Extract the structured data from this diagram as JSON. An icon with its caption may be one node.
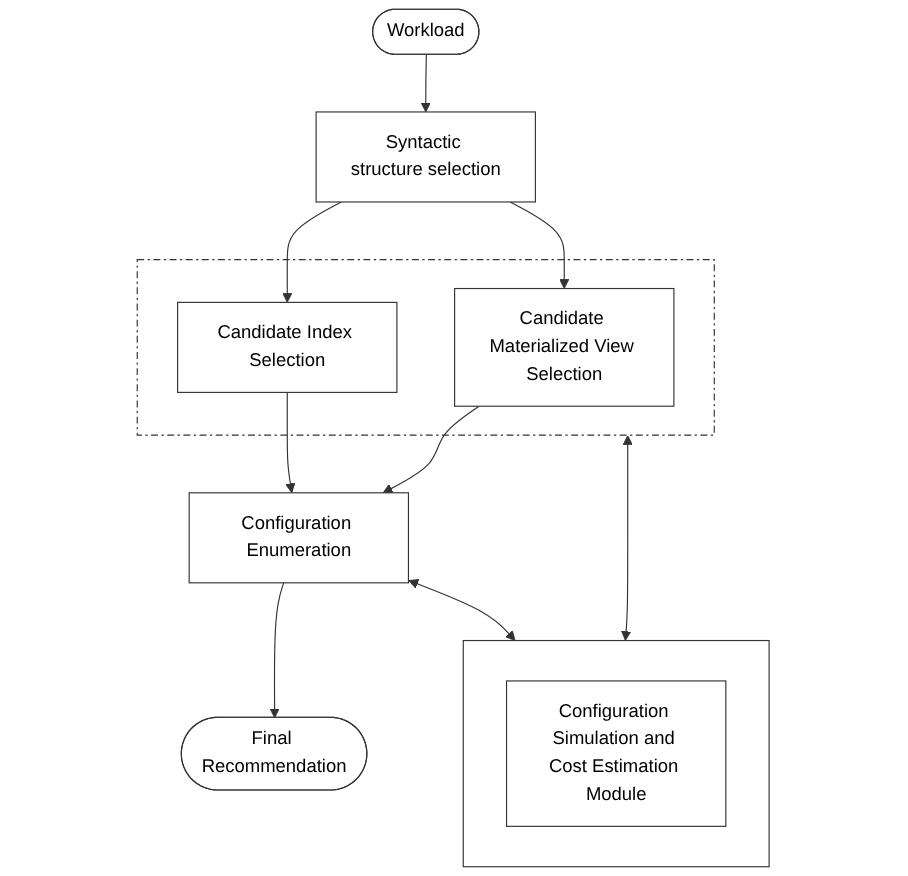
{
  "diagram": {
    "nodes": [
      {
        "text": [
          "Workload"
        ]
      },
      {
        "text": [
          "Syntactic structure selection"
        ]
      },
      {
        "text": [],
        "shape": "box"
      },
      {
        "text": [
          "Candidate Index Selection"
        ],
        "in": 2
      },
      {
        "text": [
          "Candidate Materialized View Selection"
        ],
        "in": 2
      },
      {
        "text": [
          "Configuration Enumeration"
        ]
      },
      {
        "text": [
          "Final Recommendation"
        ]
      },
      {
        "text": [],
        "shape": "box"
      },
      {
        "text": [
          "Configuration Simulation and Cost Estimation Module"
        ],
        "in": 7
      }
    ],
    "edges": [
      {
        "from": 0,
        "to": 1,
        "arrow": "to"
      },
      {
        "from": 1,
        "to": 3,
        "arrow": "to"
      },
      {
        "from": 1,
        "to": 4,
        "arrow": "to"
      },
      {
        "from": 3,
        "to": 5,
        "arrow": "to"
      },
      {
        "from": 4,
        "to": 5,
        "arrow": "to"
      },
      {
        "from": 2,
        "to": 7,
        "arrow": "both"
      },
      {
        "from": 5,
        "to": 7,
        "arrow": "both"
      },
      {
        "from": 5,
        "to": 6,
        "arrow": "to"
      }
    ]
  }
}
